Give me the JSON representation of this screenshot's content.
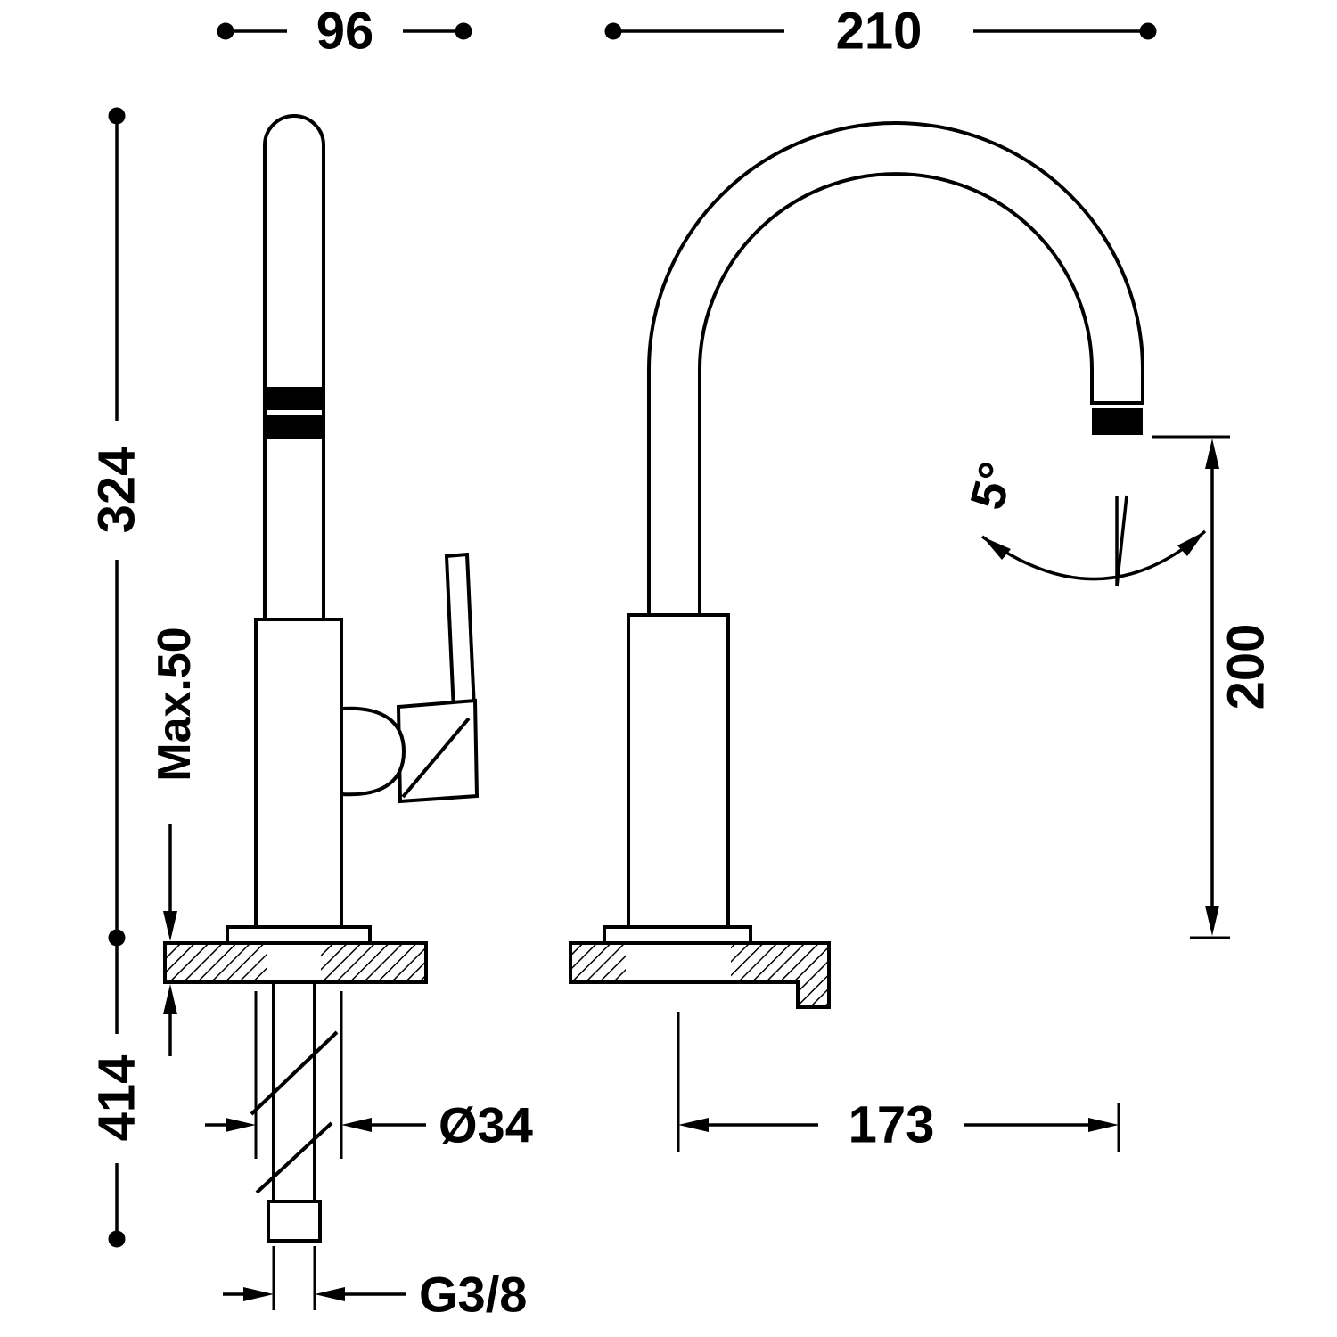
{
  "diagram": {
    "title": "faucet-technical-drawing",
    "colors": {
      "line": "#000000",
      "background": "#ffffff"
    },
    "labels": {
      "spout_side_width": "96",
      "spout_front_width": "210",
      "height_above_deck": "324",
      "deck_max_thickness": "Max.50",
      "height_below_deck": "414",
      "body_diameter": "Ø34",
      "thread_size": "G3/8",
      "spout_reach": "173",
      "tip_height": "200",
      "swivel_angle": "5°"
    }
  }
}
